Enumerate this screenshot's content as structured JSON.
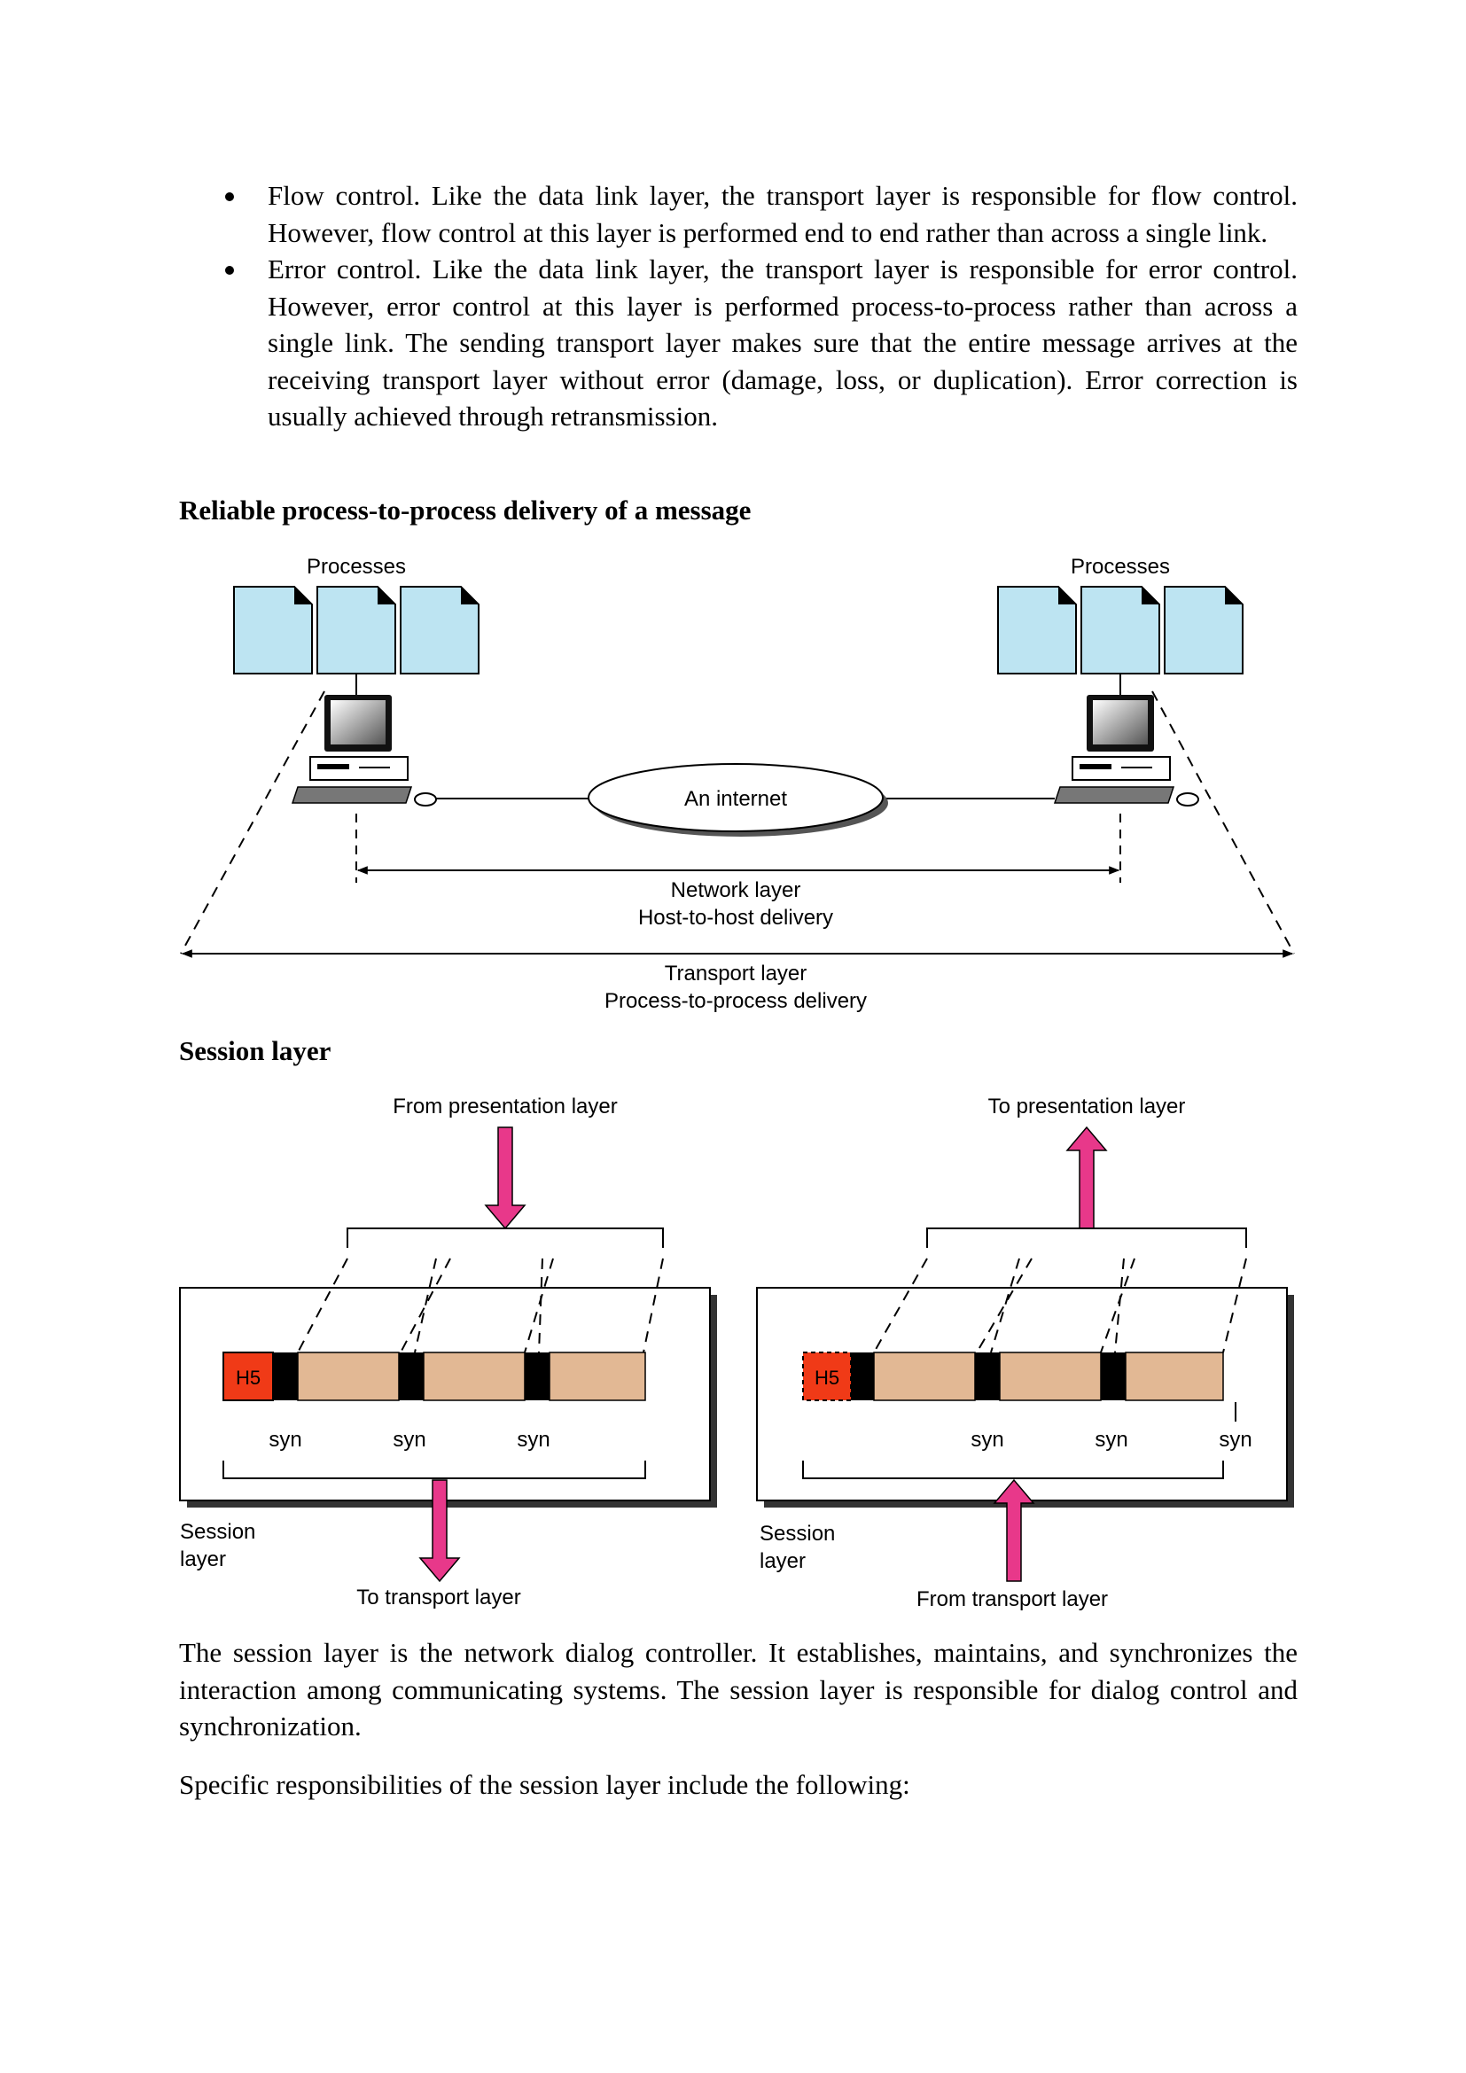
{
  "bullets": [
    {
      "text": "Flow control. Like the data link layer, the transport layer is responsible for flow control. However, flow control at this layer is performed end to end rather than across a single link."
    },
    {
      "text": "Error control. Like the data link layer, the transport layer is responsible for error control. However, error control at this layer is performed process-to-process rather than across a single link. The sending transport layer makes sure that the entire message arrives at the receiving transport layer without error (damage, loss, or duplication). Error correction is usually achieved through retransmission."
    }
  ],
  "figure1": {
    "heading": "Reliable process-to-process delivery of a message",
    "left_processes": "Processes",
    "right_processes": "Processes",
    "internet": "An internet",
    "network_line1": "Network layer",
    "network_line2": "Host-to-host delivery",
    "transport_line1": "Transport layer",
    "transport_line2": "Process-to-process delivery"
  },
  "figure2": {
    "heading": "Session layer",
    "left": {
      "top_label": "From presentation layer",
      "header": "H5",
      "syn1": "syn",
      "syn2": "syn",
      "syn3": "syn",
      "box_label_1": "Session",
      "box_label_2": "layer",
      "bottom_label": "To transport layer"
    },
    "right": {
      "top_label": "To presentation layer",
      "header": "H5",
      "syn1": "syn",
      "syn2": "syn",
      "syn3": "syn",
      "box_label_1": "Session",
      "box_label_2": "layer",
      "bottom_label": "From transport layer"
    },
    "colors": {
      "arrow": "#e8388a",
      "header": "#f03a17",
      "segment": "#e2b894",
      "document": "#bde4f2"
    }
  },
  "paragraphs": [
    "The session layer is the network dialog controller. It establishes, maintains, and synchronizes the interaction among communicating systems. The session layer is responsible for dialog control and synchronization.",
    "Specific responsibilities of the session layer include the following:"
  ]
}
